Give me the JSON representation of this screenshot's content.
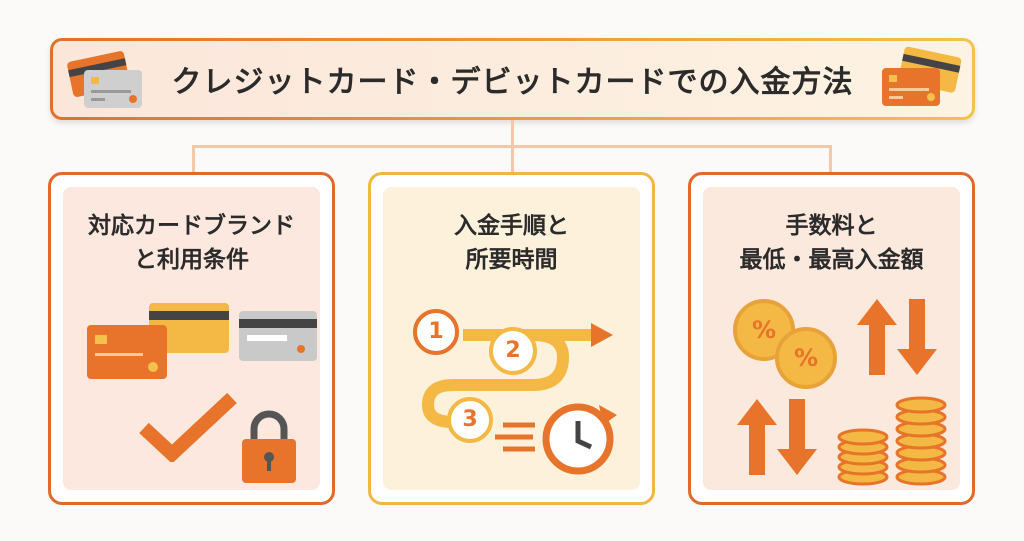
{
  "title": "クレジットカード・デビットカードでの入金方法",
  "cards": [
    {
      "line1": "対応カードブランド",
      "line2": "と利用条件"
    },
    {
      "line1": "入金手順と",
      "line2": "所要時間"
    },
    {
      "line1": "手数料と",
      "line2": "最低・最高入金額"
    }
  ],
  "steps": [
    "1",
    "2",
    "3"
  ],
  "percent_symbol": "%",
  "colors": {
    "orange": "#e8732a",
    "yellow": "#f3b944",
    "gray": "#c9c9c9"
  }
}
